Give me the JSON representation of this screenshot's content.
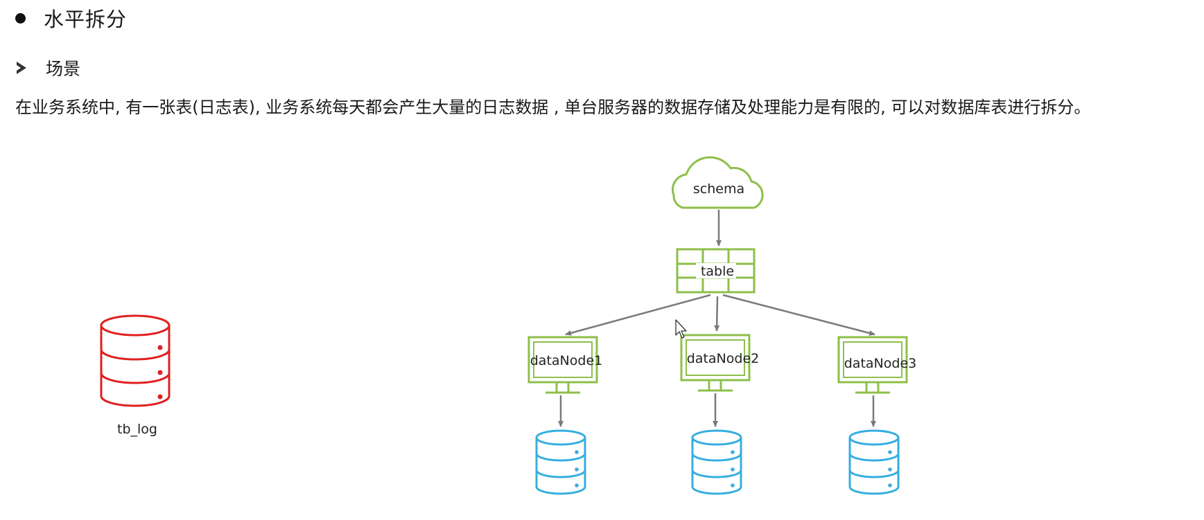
{
  "heading": "水平拆分",
  "subheading": "场景",
  "paragraph": "在业务系统中, 有一张表(日志表), 业务系统每天都会产生大量的日志数据 , 单台服务器的数据存储及处理能力是有限的, 可以对数据库表进行拆分。",
  "diagram": {
    "source_label": "tb_log",
    "schema_label": "schema",
    "table_label": "table",
    "nodes": [
      "dataNode1",
      "dataNode2",
      "dataNode3"
    ]
  },
  "colors": {
    "source_db": "#e02020",
    "green": "#8dbf4a",
    "blue_db": "#35aee0",
    "arrow": "#7a7a7a"
  }
}
